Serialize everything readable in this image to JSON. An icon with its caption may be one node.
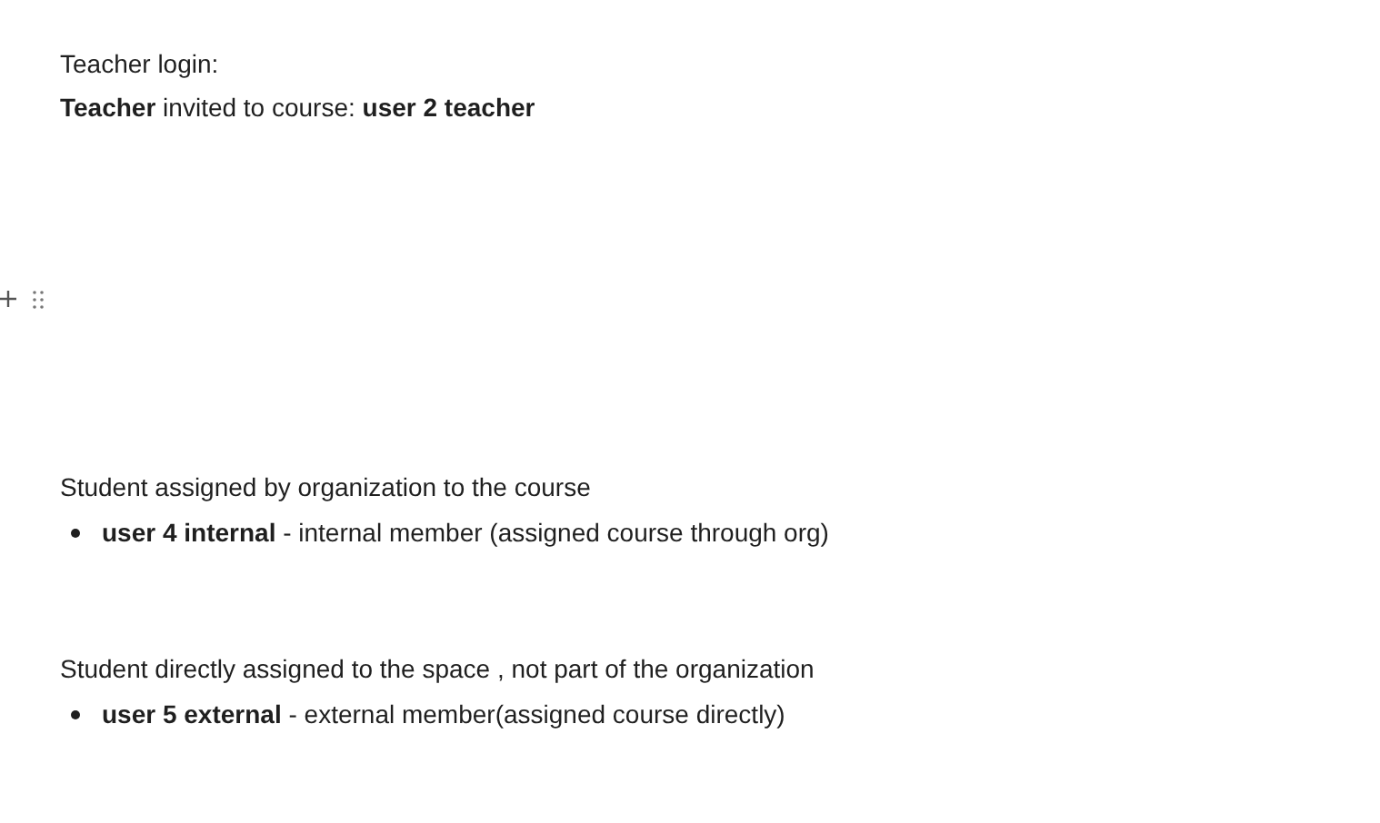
{
  "diagram": {
    "labels": [
      "Teacher login:",
      "**Teacher** invited to course: **user 2 teacher**",
      "Student assigned by organization to the course",
      "**user 4 internal** - internal member (assigned course through org)",
      "Student directly assigned to the space , not part of the organization",
      "**user 5 external** - external member(assigned course directly)"
    ]
  }
}
